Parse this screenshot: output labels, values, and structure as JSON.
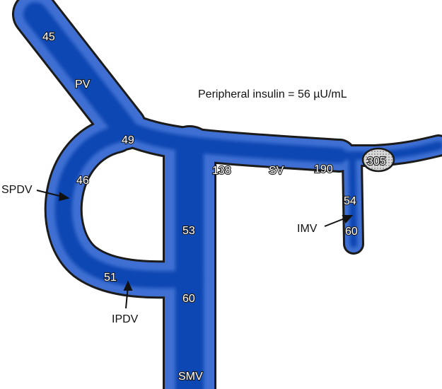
{
  "caption": "Peripheral insulin = 56 µU/mL",
  "colors": {
    "vessel_core": "#0e47b3",
    "vessel_edge": "#2a62cf",
    "outline": "#1b1b1b",
    "background": "#ffffff"
  },
  "vessels": {
    "pv": "PV",
    "sv": "SV",
    "smv": "SMV",
    "imv": "IMV",
    "spdv": "SPDV",
    "ipdv": "IPDV"
  },
  "values": {
    "pv_top": "45",
    "confluence": "49",
    "spdv": "46",
    "ipdv": "51",
    "sv_proximal": "138",
    "sv_distal": "190",
    "sv_tumor": "305",
    "imv_upper": "54",
    "imv_lower": "60",
    "smv_upper": "53",
    "smv_lower": "60"
  }
}
